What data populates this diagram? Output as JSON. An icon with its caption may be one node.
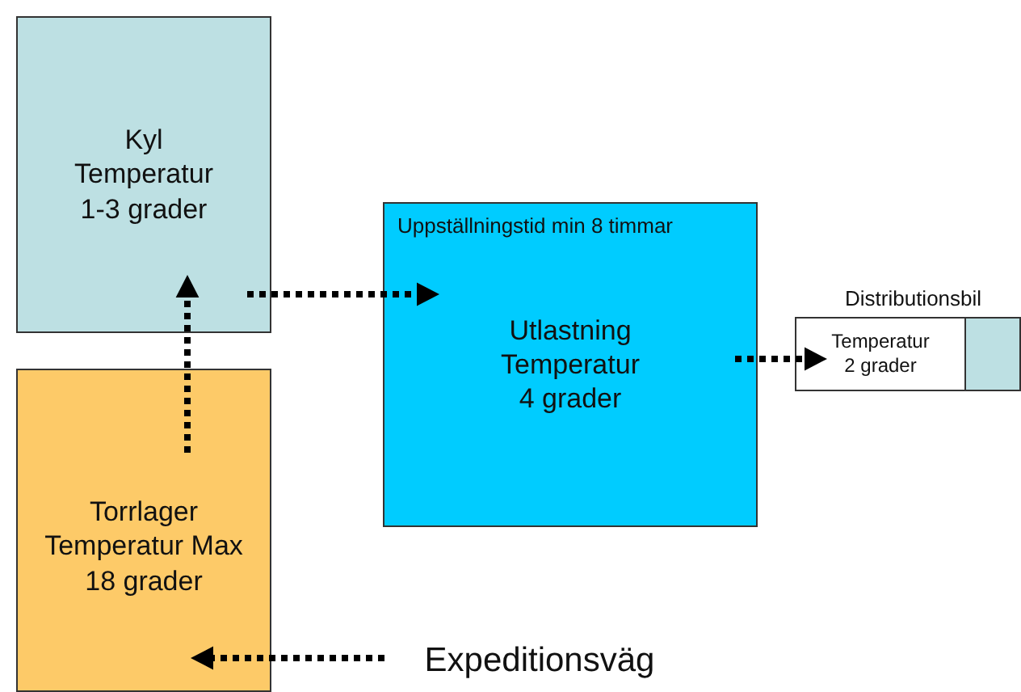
{
  "diagram": {
    "nodes": [
      {
        "text": [
          "Kyl Temperatur 1-3 grader"
        ]
      },
      {
        "text": [
          "Torrlager Temperatur Max 18 grader"
        ]
      },
      {
        "text": [
          "Uppställningstid min 8 timmar",
          "Utlastning Temperatur 4 grader"
        ]
      },
      {
        "text": [
          "Temperatur 2 grader"
        ],
        "beside": [
          "Distributionsbil"
        ]
      },
      {
        "text": [],
        "shape": "box"
      },
      {
        "text": [
          "Expeditionsväg"
        ]
      }
    ],
    "edges": [
      {
        "from": 1,
        "to": 0,
        "arrow": "to"
      },
      {
        "from": 0,
        "to": 2,
        "arrow": "to"
      },
      {
        "from": 2,
        "to": 3,
        "arrow": "to"
      },
      {
        "from": 5,
        "to": 1,
        "arrow": "to"
      }
    ]
  }
}
